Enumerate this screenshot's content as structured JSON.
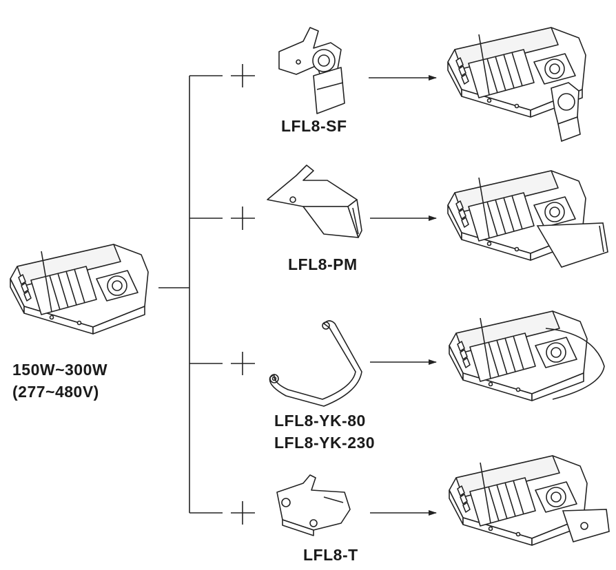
{
  "source": {
    "power": "150W~300W",
    "voltage": "(277~480V)"
  },
  "options": [
    {
      "model": "LFL8-SF",
      "symbol": "+"
    },
    {
      "model": "LFL8-PM",
      "symbol": "+"
    },
    {
      "model": "LFL8-YK-80",
      "model_alt": "LFL8-YK-230",
      "symbol": "+"
    },
    {
      "model": "LFL8-T",
      "symbol": "+"
    }
  ],
  "colors": {
    "line": "#222222",
    "fill": "#ffffff"
  }
}
